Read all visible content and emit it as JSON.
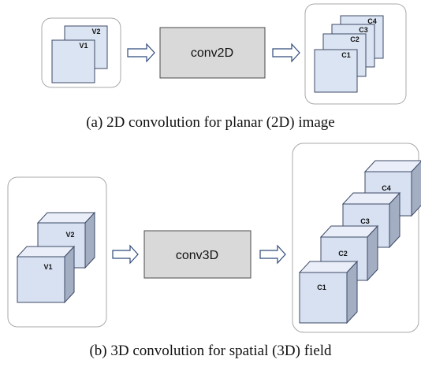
{
  "colors": {
    "page_bg": "#ffffff",
    "panel_border": "#a8a8a8",
    "box_fill": "#d9d9d9",
    "box_border": "#4a4a4a",
    "square_fill": "#dbe4f3",
    "cube_front": "#d7e1f2",
    "cube_top": "#e9eef8",
    "cube_side": "#a3aec3",
    "shape_border": "#3d4a66",
    "arrow_fill": "#ffffff",
    "arrow_stroke": "#2f4a7a"
  },
  "icons": {
    "arrow": "block-right-arrow"
  },
  "diagram_2d": {
    "inputs": [
      "V1",
      "V2"
    ],
    "operator": "conv2D",
    "outputs": [
      "C1",
      "C2",
      "C3",
      "C4"
    ],
    "caption": "(a) 2D convolution for planar (2D) image"
  },
  "diagram_3d": {
    "inputs": [
      "V1",
      "V2"
    ],
    "operator": "conv3D",
    "outputs": [
      "C1",
      "C2",
      "C3",
      "C4"
    ],
    "caption": "(b) 3D convolution for spatial (3D) field"
  }
}
